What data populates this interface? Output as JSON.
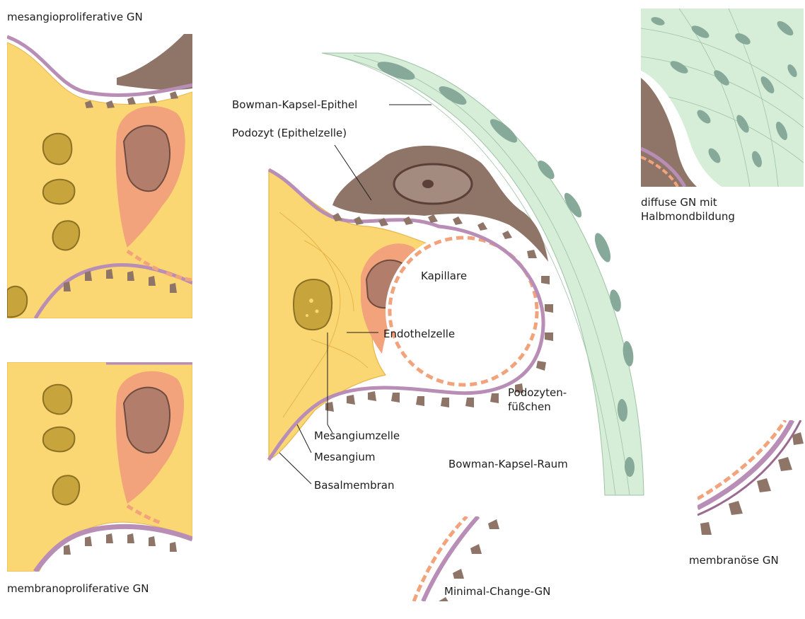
{
  "colors": {
    "mesangium": "#fbd774",
    "mesangium_line": "#e6b54a",
    "mesangial_nucleus": "#c7a43c",
    "endothelium": "#f2a37c",
    "endothelium_nucleus": "#8a6358",
    "podocyte": "#8f7468",
    "basement_membrane": "#b88db6",
    "capsule_epithelium": "#d6eed8",
    "capsule_nucleus": "#86a99a",
    "ink": "#1d1d1b"
  },
  "labels": {
    "mesangioproliferative": "mesangioproliferative GN",
    "membranoproliferative": "membranoproliferative GN",
    "diffuse_crescent": "diffuse GN mit Halbmondbildung",
    "membranous": "membranöse GN",
    "minimal_change": "Minimal-Change-GN",
    "bowman_epithel": "Bowman-Kapsel-Epithel",
    "podozyt": "Podozyt (Epithelzelle)",
    "kapillare": "Kapillare",
    "endothelzelle": "Endothelzelle",
    "podozytenfuesschen": "Podozyten-füßchen",
    "mesangiumzelle": "Mesangiumzelle",
    "mesangium": "Mesangium",
    "basalmembran": "Basalmembran",
    "bowman_raum": "Bowman-Kapsel-Raum"
  }
}
